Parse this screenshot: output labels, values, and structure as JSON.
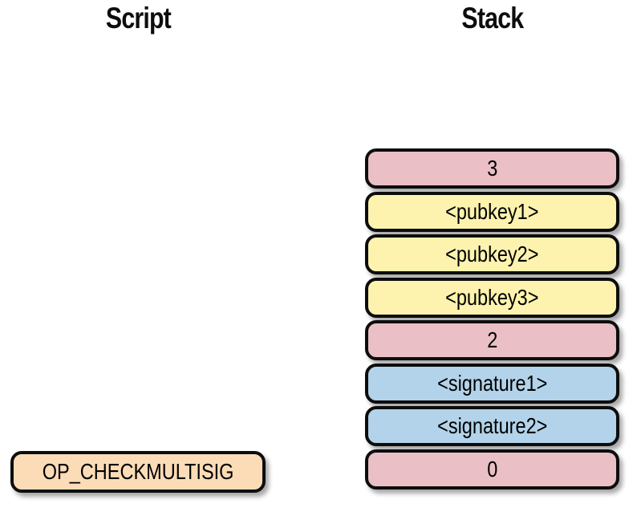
{
  "titles": {
    "script": "Script",
    "stack": "Stack"
  },
  "script": {
    "items": [
      {
        "label": "OP_CHECKMULTISIG",
        "color": "#fcdcb7"
      }
    ]
  },
  "stack": {
    "items": [
      {
        "label": "3",
        "color": "#eabfc5"
      },
      {
        "label": "<pubkey1>",
        "color": "#fdf3ae"
      },
      {
        "label": "<pubkey2>",
        "color": "#fdf3ae"
      },
      {
        "label": "<pubkey3>",
        "color": "#fdf3ae"
      },
      {
        "label": "2",
        "color": "#eabfc5"
      },
      {
        "label": "<signature1>",
        "color": "#b2d3e9"
      },
      {
        "label": "<signature2>",
        "color": "#b2d3e9"
      },
      {
        "label": "0",
        "color": "#eabfc5"
      }
    ]
  },
  "style": {
    "border_color": "#0d0d0d",
    "background": "#ffffff"
  }
}
